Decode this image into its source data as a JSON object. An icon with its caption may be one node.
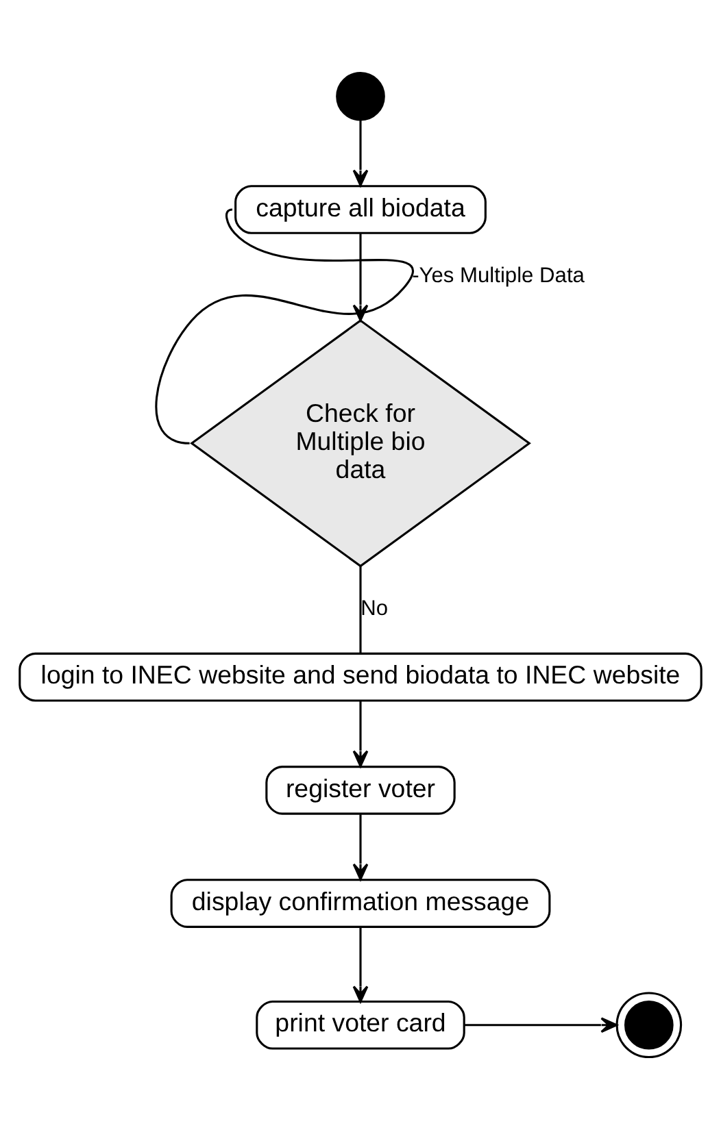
{
  "diagram": {
    "nodes": [
      {
        "text": [],
        "shape": "circle"
      },
      {
        "text": [
          "capture all biodata"
        ]
      },
      {
        "text": [
          "Check for Multiple bio data"
        ]
      },
      {
        "text": [
          "login to INEC website and send biodata to INEC website"
        ]
      },
      {
        "text": [
          "register voter"
        ]
      },
      {
        "text": [
          "display confirmation message"
        ]
      },
      {
        "text": [
          "print voter card"
        ]
      },
      {
        "text": [],
        "shape": "bullseye"
      }
    ],
    "edges": [
      {
        "from": 0,
        "to": 1,
        "arrow": "to"
      },
      {
        "from": 1,
        "to": 2,
        "arrow": "to"
      },
      {
        "from": 2,
        "to": 1,
        "arrow": "none",
        "label": "-Yes Multiple Data"
      },
      {
        "from": 2,
        "to": 3,
        "arrow": "none",
        "label": "No"
      },
      {
        "from": 3,
        "to": 4,
        "arrow": "to"
      },
      {
        "from": 4,
        "to": 5,
        "arrow": "to"
      },
      {
        "from": 5,
        "to": 6,
        "arrow": "to"
      },
      {
        "from": 6,
        "to": 7,
        "arrow": "to"
      }
    ]
  }
}
